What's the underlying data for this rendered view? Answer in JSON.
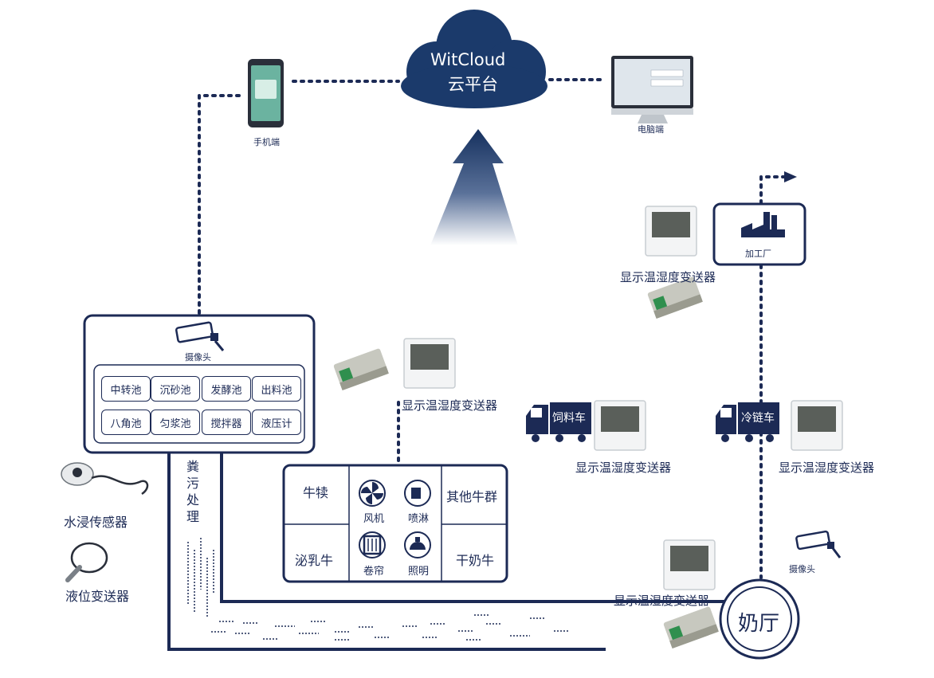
{
  "cloud": {
    "line1": "WitCloud",
    "line2": "云平台"
  },
  "phone_label": "手机端",
  "pc_label": "电脑端",
  "factory_label": "加工厂",
  "camera_top_label": "摄像头",
  "camera_right_label": "摄像头",
  "pools": [
    "中转池",
    "沉砂池",
    "发酵池",
    "出料池",
    "八角池",
    "匀浆池",
    "搅拌器",
    "液压计"
  ],
  "sewage_label": [
    "粪",
    "污",
    "处",
    "理"
  ],
  "cow_panel": {
    "top_left": "牛犊",
    "top_right": "其他牛群",
    "bottom_left": "泌乳牛",
    "bottom_right": "干奶牛",
    "devices": [
      "风机",
      "喷淋",
      "卷帘",
      "照明"
    ]
  },
  "sensor_labels": {
    "upper_right": "显示温湿度变送器",
    "middle": "显示温湿度变送器",
    "feed_truck": "显示温湿度变送器",
    "cold_truck": "显示温湿度变送器",
    "milk_hall": "显示温湿度变送器"
  },
  "trucks": {
    "feed": "饲料车",
    "cold": "冷链车"
  },
  "milk_hall": "奶厅",
  "water_sensor": "水浸传感器",
  "level_sensor": "液位变送器",
  "colors": {
    "navy": "#1c2a55",
    "cloud": "#1b3a6b",
    "arrow": "#15305e"
  }
}
